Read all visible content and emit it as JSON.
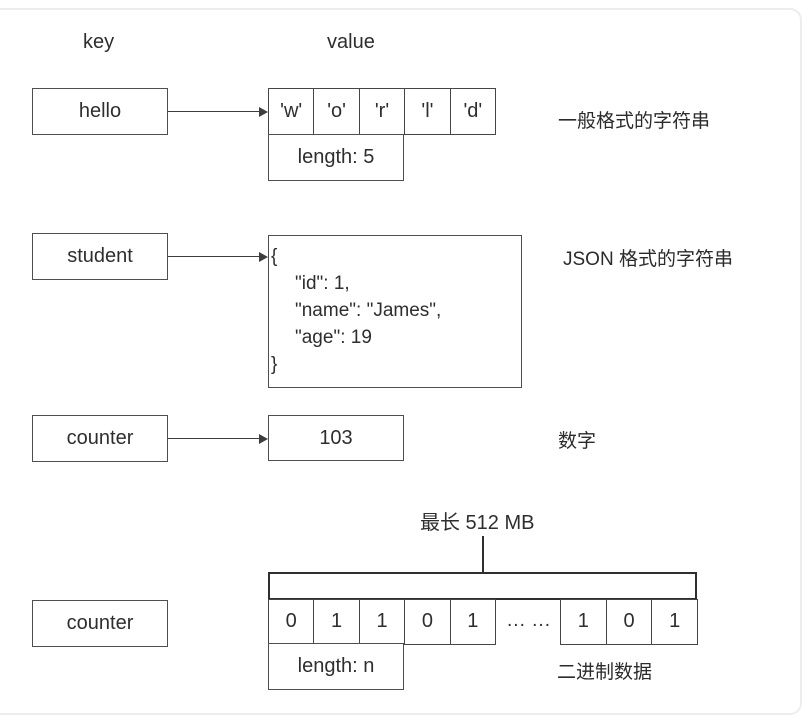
{
  "headers": {
    "key": "key",
    "value": "value"
  },
  "rows": {
    "string": {
      "key": "hello",
      "cells": [
        "'w'",
        "'o'",
        "'r'",
        "'l'",
        "'d'"
      ],
      "length": "length: 5",
      "note": "一般格式的字符串"
    },
    "json": {
      "key": "student",
      "lines": [
        "{",
        "\"id\": 1,",
        "\"name\": \"James\",",
        "\"age\": 19",
        "}"
      ],
      "note": "JSON 格式的字符串"
    },
    "number": {
      "key": "counter",
      "value": "103",
      "note": "数字"
    },
    "binary": {
      "key": "counter",
      "max": "最长 512 MB",
      "cells_left": [
        "0",
        "1",
        "1",
        "0",
        "1"
      ],
      "ellipsis": "... ...",
      "cells_right": [
        "1",
        "0",
        "1"
      ],
      "length": "length: n",
      "note": "二进制数据"
    }
  },
  "colors": {
    "box_border": "#4f4f4f",
    "cell_border": "#454545",
    "arrow": "#3d3d3d",
    "bracket": "#2f2f2f",
    "card_border": "#ededed",
    "text": "#2e2e2e"
  }
}
